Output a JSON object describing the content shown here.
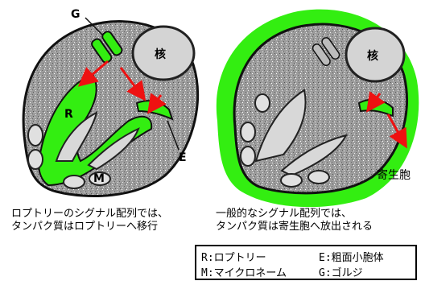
{
  "labels": {
    "golgi_letter": "G",
    "rhoptry_letter": "R",
    "micronema_letter": "M",
    "er_letter": "E",
    "nucleus_left": "核",
    "nucleus_right": "核",
    "parasitophore": "寄生胞"
  },
  "captions": {
    "left_line1": "ロプトリーのシグナル配列では、",
    "left_line2": "タンパク質はロプトリーへ移行",
    "right_line1": "一般的なシグナル配列では、",
    "right_line2": "タンパク質は寄生胞へ放出される"
  },
  "legend": {
    "r": "R:ロプトリー",
    "e": "E:粗面小胞体",
    "m": "M:マイクロネーム",
    "g": "G:ゴルジ"
  },
  "colors": {
    "green": "#33ee11",
    "arrow": "#ee1111",
    "cell_fill": "#9a9a9a",
    "organelle_fill": "#d8d8d8"
  }
}
